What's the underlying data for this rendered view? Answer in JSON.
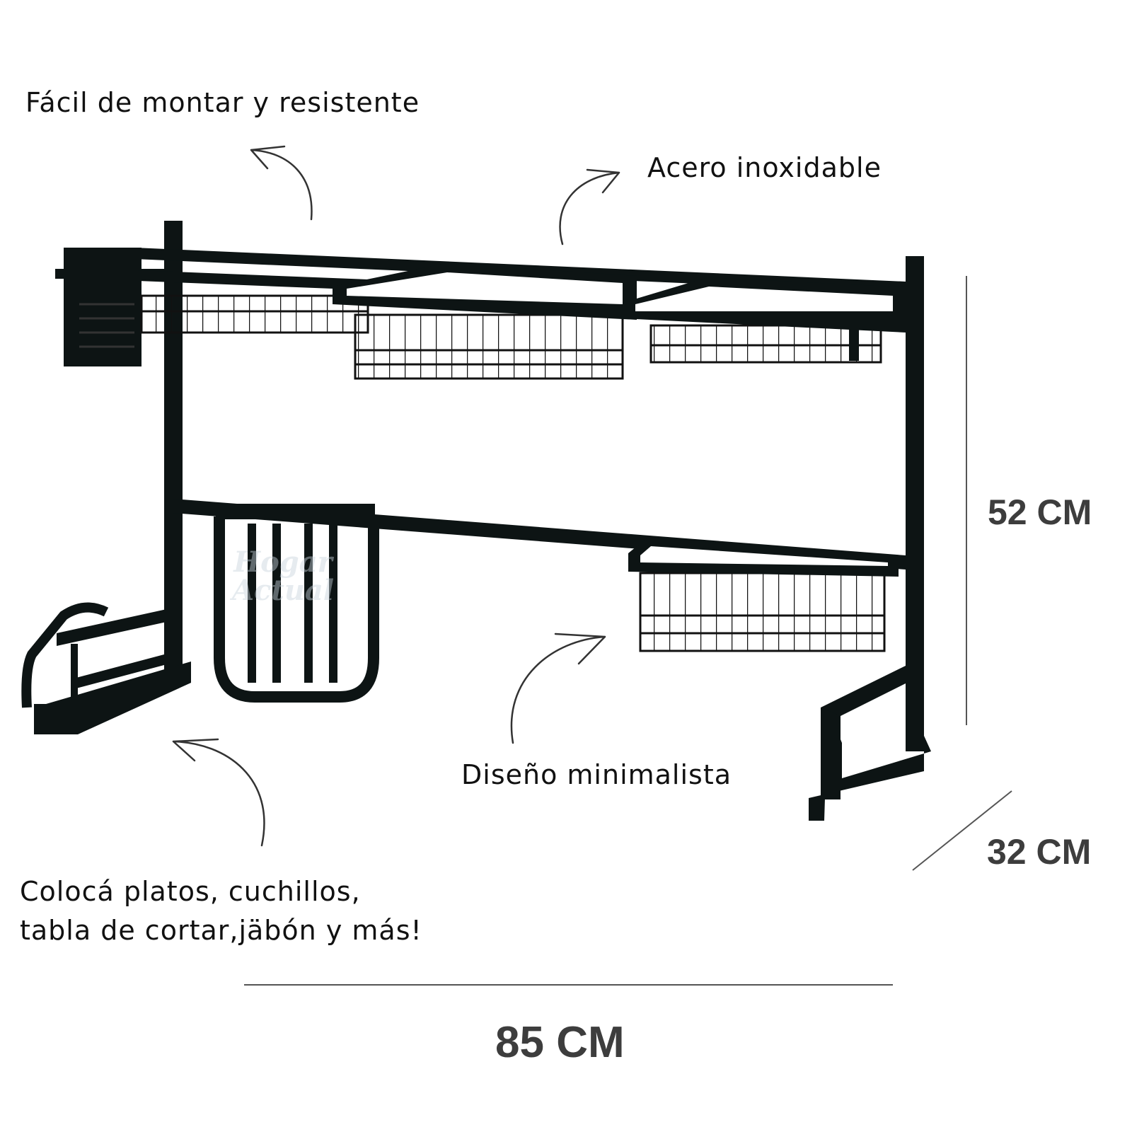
{
  "features": {
    "assembly": "Fácil de montar y resistente",
    "material": "Acero inoxidable",
    "design": "Diseño minimalista",
    "uses_line1": "Colocá platos, cuchillos,",
    "uses_line2": "tabla de cortar,jäbón y más!"
  },
  "dimensions": {
    "height": "52 CM",
    "depth": "32 CM",
    "width": "85 CM"
  },
  "watermark": {
    "line1": "Hogar",
    "line2": "Actual"
  },
  "colors": {
    "rack": "#0d1414",
    "text": "#111111",
    "dimension_text": "#3d3d3d",
    "dimension_line": "#555555"
  }
}
